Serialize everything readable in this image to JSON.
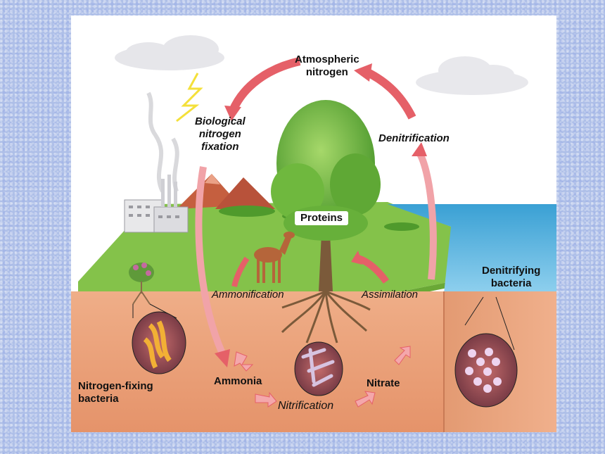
{
  "labels": {
    "atmospheric_nitrogen": [
      "Atmospheric",
      "nitrogen"
    ],
    "biological_fixation": [
      "Biological",
      "nitrogen",
      "fixation"
    ],
    "denitrification": "Denitrification",
    "proteins": "Proteins",
    "ammonification": "Ammonification",
    "assimilation": "Assimilation",
    "ammonia": "Ammonia",
    "nitrification": "Nitrification",
    "nitrate": "Nitrate",
    "nitrogen_fixing_bacteria": [
      "Nitrogen-fixing",
      "bacteria"
    ],
    "denitrifying_bacteria": [
      "Denitrifying",
      "bacteria"
    ]
  },
  "colors": {
    "background": "#aebfe8",
    "panel": "#ffffff",
    "soil": "#e9a07a",
    "grass": "#7fbf3f",
    "water": "#49a9d6",
    "arrow": "#e8636a"
  }
}
